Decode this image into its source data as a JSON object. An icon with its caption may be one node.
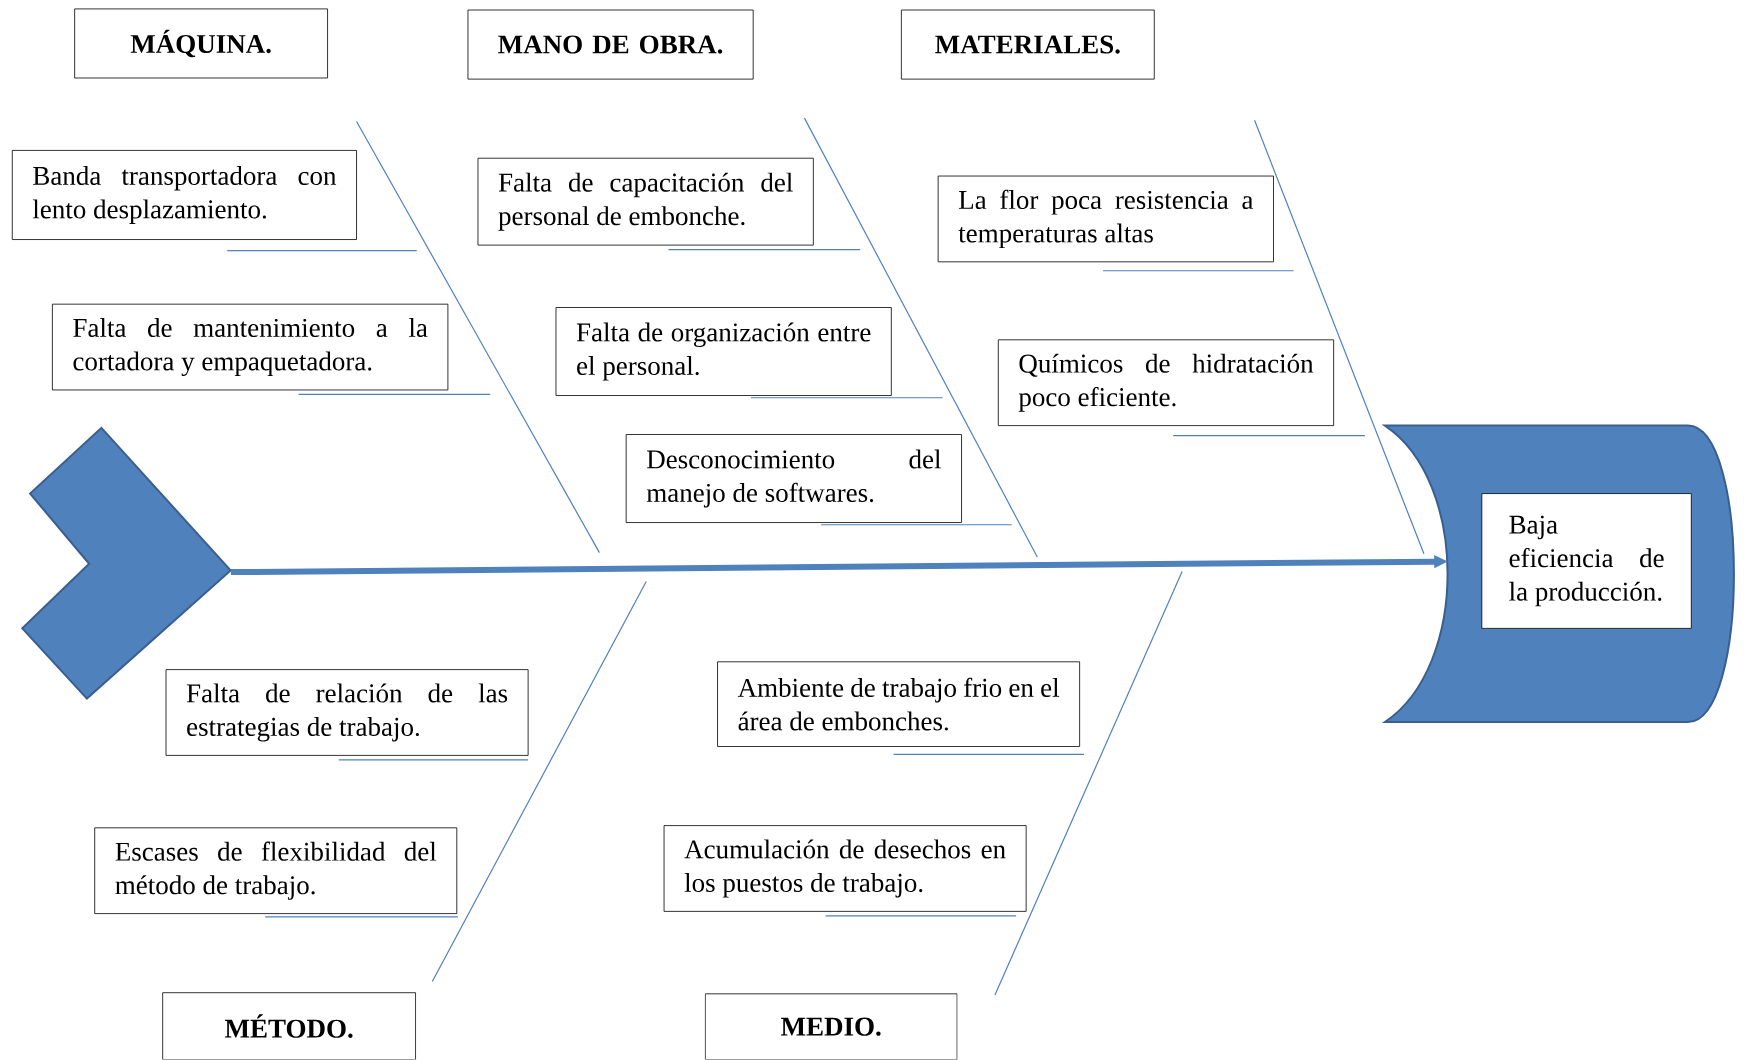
{
  "diagram": {
    "nodes": [
      {
        "text": [
          "MÁQUINA."
        ]
      },
      {
        "text": [
          "MANO DE OBRA."
        ]
      },
      {
        "text": [
          "MATERIALES."
        ]
      },
      {
        "text": [
          "Banda transportadora con lento desplazamiento."
        ]
      },
      {
        "text": [
          "Falta de mantenimiento a la cortadora y empaquetadora."
        ]
      },
      {
        "text": [
          "Falta de capacitación del personal de embonche."
        ]
      },
      {
        "text": [
          "Falta de organización entre el personal."
        ]
      },
      {
        "text": [
          "Desconocimiento del manejo de softwares."
        ]
      },
      {
        "text": [
          "La flor poca resistencia a temperaturas altas"
        ]
      },
      {
        "text": [
          "Químicos de hidratación poco eficiente."
        ]
      },
      {
        "text": [],
        "shape": "chevron"
      },
      {
        "text": [],
        "shape": "cylinder"
      },
      {
        "text": [
          "Baja eficiencia de la producción."
        ],
        "in": 11
      },
      {
        "text": [
          "Falta de relación de las estrategias de trabajo."
        ]
      },
      {
        "text": [
          "Escases de flexibilidad del método de trabajo."
        ]
      },
      {
        "text": [
          "Ambiente de trabajo frio en el área de embonches."
        ]
      },
      {
        "text": [
          "Acumulación de desechos en los puestos de trabajo."
        ]
      },
      {
        "text": [
          "MÉTODO."
        ]
      },
      {
        "text": [
          "MEDIO."
        ]
      }
    ],
    "edges": [
      {
        "from": 10,
        "to": 11,
        "arrow": "to"
      }
    ]
  }
}
